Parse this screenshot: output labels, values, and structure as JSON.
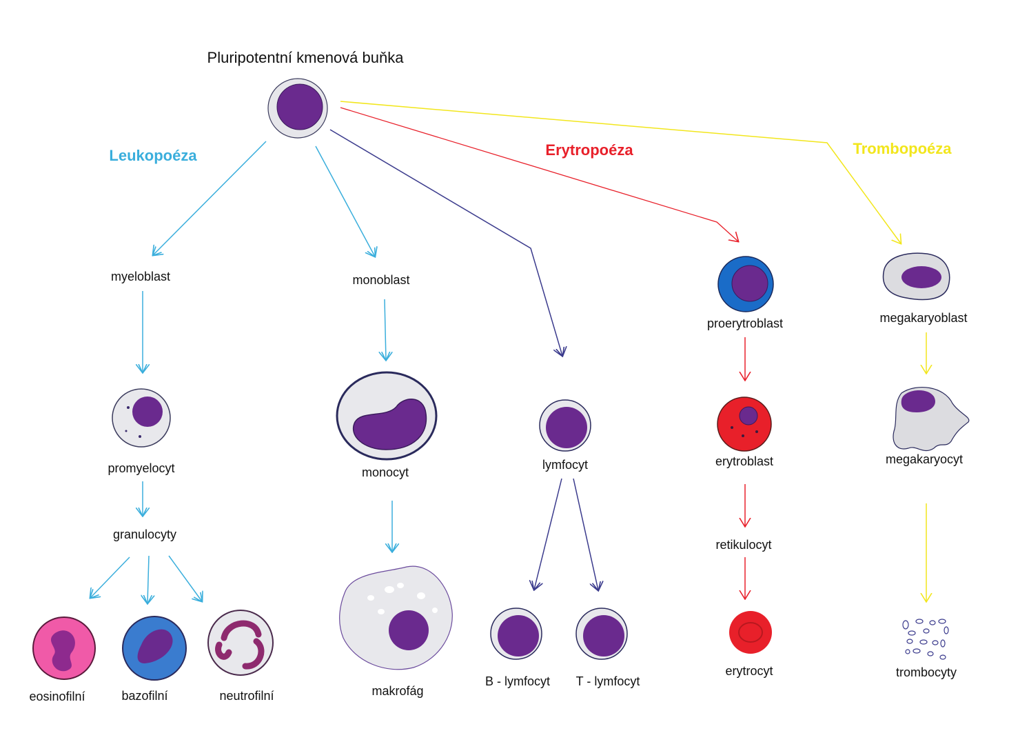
{
  "title": "Pluripotentní kmenová buňka",
  "branches": {
    "leukopoeza": {
      "label": "Leukopoéza",
      "color": "#3aaedc"
    },
    "erytropoeza": {
      "label": "Erytropoéza",
      "color": "#e8202a"
    },
    "trombopoeza": {
      "label": "Trombopoéza",
      "color": "#f2e61c"
    }
  },
  "lymph_color": "#3a3a8c",
  "nucleus_color": "#6a2a8e",
  "cells": {
    "myeloblast": "myeloblast",
    "promyelocyt": "promyelocyt",
    "granulocyty": "granulocyty",
    "eosinofilni": "eosinofilní",
    "bazofilni": "bazofilní",
    "neutrofilni": "neutrofilní",
    "monoblast": "monoblast",
    "monocyt": "monocyt",
    "makrofag": "makrofág",
    "lymfocyt": "lymfocyt",
    "b_lymfocyt": "B - lymfocyt",
    "t_lymfocyt": "T - lymfocyt",
    "proerytroblast": "proerytroblast",
    "erytroblast": "erytroblast",
    "retikulocyt": "retikulocyt",
    "erytrocyt": "erytrocyt",
    "megakaryoblast": "megakaryoblast",
    "megakaryocyt": "megakaryocyt",
    "trombocyty": "trombocyty"
  }
}
